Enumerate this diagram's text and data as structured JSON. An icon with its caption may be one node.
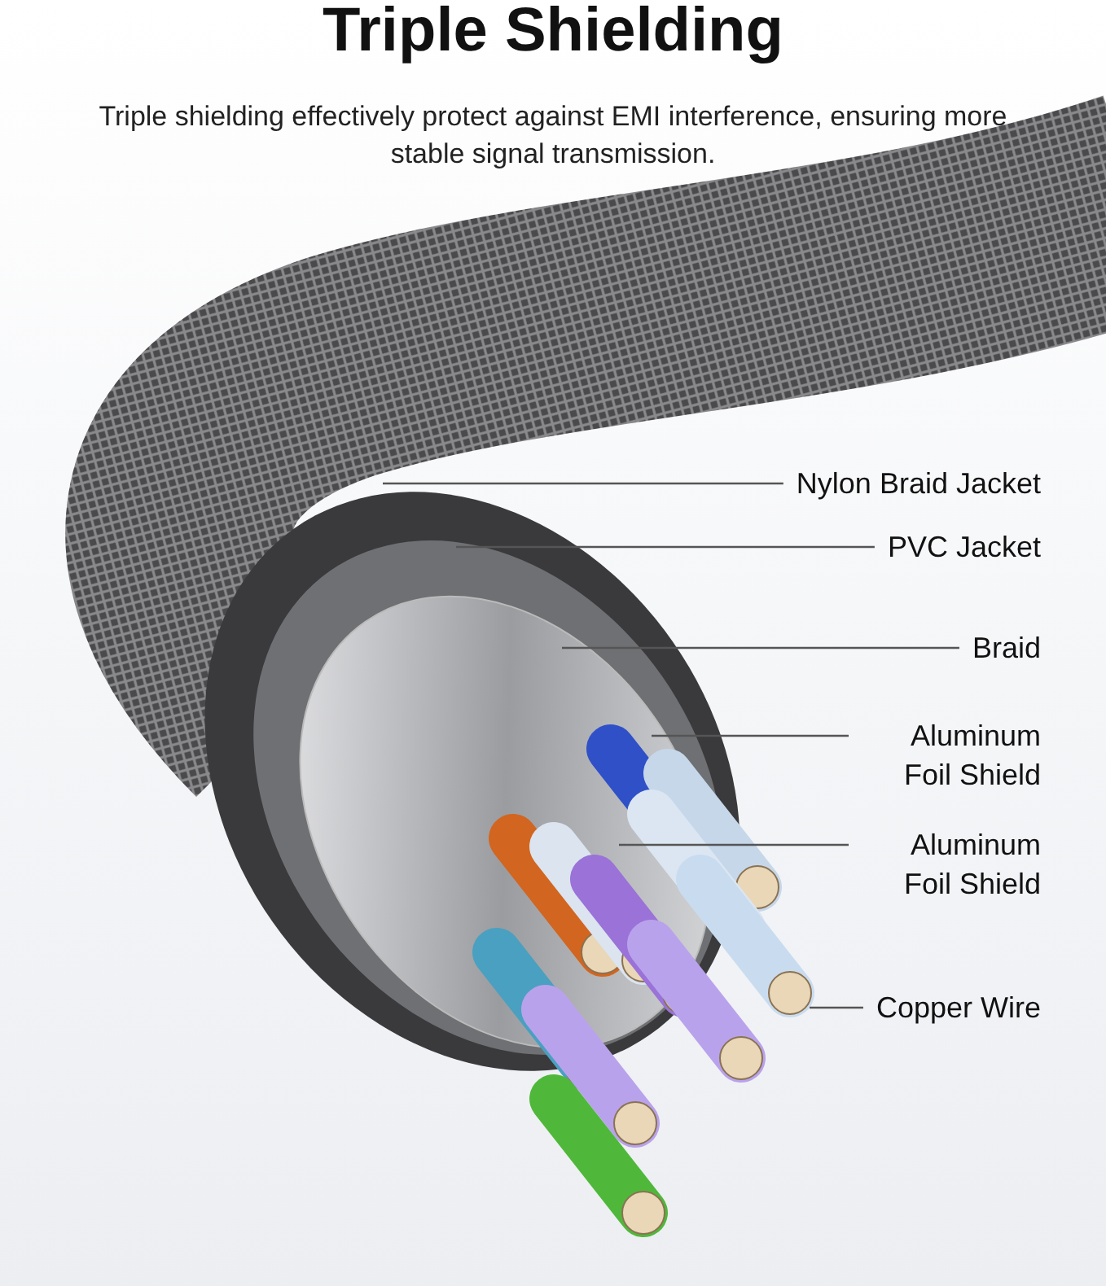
{
  "diagram": {
    "title": "Triple Shielding",
    "caption": "Triple shielding effectively protect against EMI interference, ensuring more stable signal transmission.",
    "nodes": [
      {
        "text": [
          "Nylon Braid Jacket"
        ]
      },
      {
        "text": [
          "PVC Jacket"
        ]
      },
      {
        "text": [
          "Braid"
        ]
      },
      {
        "text": [
          "Aluminum Foil Shield"
        ]
      },
      {
        "text": [
          "Aluminum Foil Shield"
        ]
      },
      {
        "text": [
          "Copper Wire"
        ]
      }
    ],
    "edges": [
      {
        "from": 0,
        "to": null,
        "arrow": "none"
      },
      {
        "from": 1,
        "to": null,
        "arrow": "none"
      },
      {
        "from": 2,
        "to": null,
        "arrow": "none"
      },
      {
        "from": 3,
        "to": null,
        "arrow": "none"
      },
      {
        "from": 4,
        "to": null,
        "arrow": "none"
      },
      {
        "from": 5,
        "to": null,
        "arrow": "none"
      }
    ]
  }
}
